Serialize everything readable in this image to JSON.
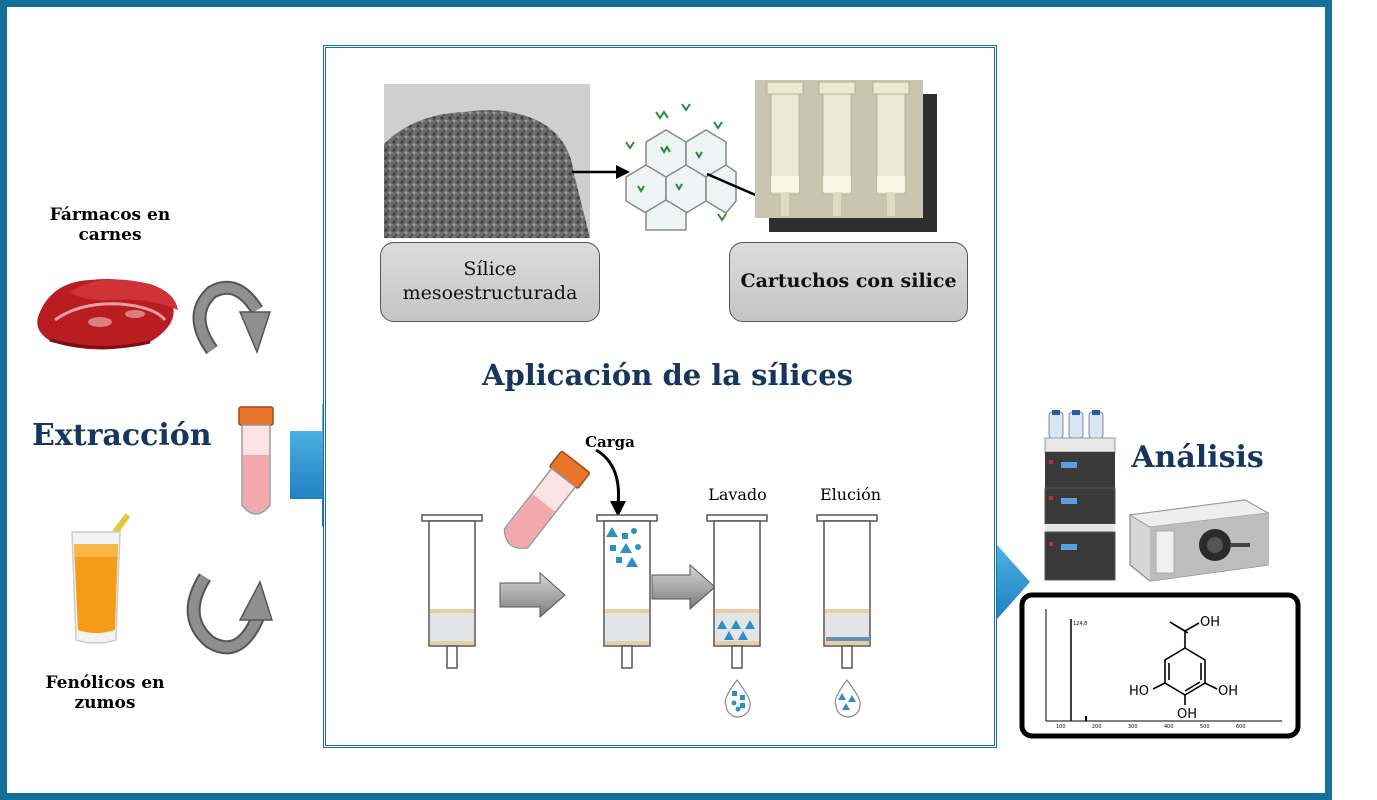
{
  "left": {
    "meat_label": "Fármacos en carnes",
    "extraction_label": "Extracción",
    "juice_label": "Fenólicos  en zumos"
  },
  "center": {
    "silica_label": "Sílice mesoestructurada",
    "cartridges_label": "Cartuchos con silice",
    "title": "Aplicación de la sílices",
    "step_load": "Carga",
    "step_wash": "Lavado",
    "step_elution": "Elución"
  },
  "right": {
    "analysis_label": "Análisis",
    "structure_labels": [
      "OH",
      "HO",
      "OH",
      "OH"
    ],
    "peak_label": "124,8",
    "x_ticks": [
      "100",
      "200",
      "300",
      "400",
      "500",
      "600"
    ]
  },
  "colors": {
    "frame": "#16709c",
    "title": "#17365d",
    "arrow_blue": "#1f9fdb",
    "tube_pink": "#f3a8ae",
    "cap_orange": "#e8752a",
    "dot_blue": "#2f8fc4"
  },
  "icons": [
    "meat-icon",
    "juice-glass-icon",
    "tube-icon",
    "hplc-icon",
    "ms-icon",
    "circular-arrow-icon"
  ]
}
